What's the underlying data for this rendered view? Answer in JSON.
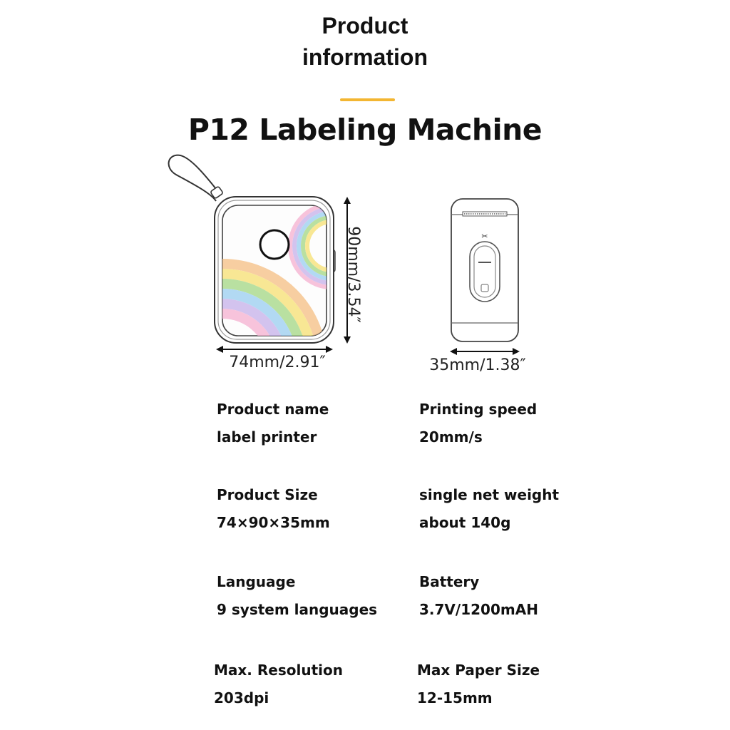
{
  "header": {
    "line1": "Product",
    "line2": "information",
    "accent_color": "#f3b632",
    "product_title": "P12 Labeling Machine"
  },
  "illustration": {
    "front_view_icon": "label-printer-front-rainbow",
    "side_view_icon": "label-printer-side",
    "width_label": "74mm/2.91″",
    "height_label": "90mm/3.54″",
    "depth_label": "35mm/1.38″"
  },
  "specs": [
    {
      "label": "Product name",
      "value": "label printer"
    },
    {
      "label": "Printing speed",
      "value": "20mm/s"
    },
    {
      "label": "Product Size",
      "value": "74×90×35mm"
    },
    {
      "label": "single net weight",
      "value": "about 140g"
    },
    {
      "label": "Language",
      "value": "9 system languages"
    },
    {
      "label": "Battery",
      "value": "3.7V/1200mAH"
    },
    {
      "label": "Max. Resolution",
      "value": "203dpi"
    },
    {
      "label": "Max Paper Size",
      "value": "12-15mm"
    }
  ]
}
